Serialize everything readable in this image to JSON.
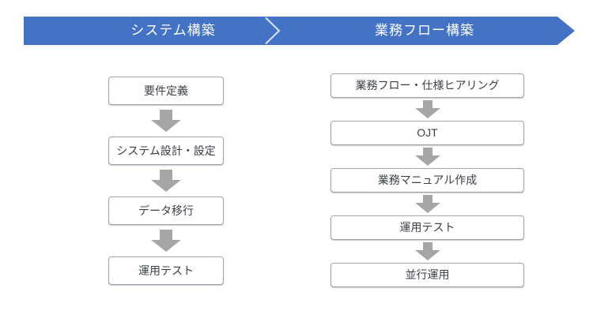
{
  "banner": {
    "color": "#4472C4",
    "divider_color": "#d8e3f4",
    "text_color": "#ffffff",
    "phases": [
      {
        "label": "システム構築"
      },
      {
        "label": "業務フロー構築"
      }
    ]
  },
  "flows": [
    {
      "name": "system-construction",
      "steps": [
        "要件定義",
        "システム設計・設定",
        "データ移行",
        "運用テスト"
      ]
    },
    {
      "name": "workflow-construction",
      "steps": [
        "業務フロー・仕様ヒアリング",
        "OJT",
        "業務マニュアル作成",
        "運用テスト",
        "並行運用"
      ]
    }
  ],
  "styles": {
    "arrow_color": "#a6a6a6",
    "box_border": "#a0a5ad",
    "box_text": "#3c4148",
    "background": "#ffffff"
  }
}
